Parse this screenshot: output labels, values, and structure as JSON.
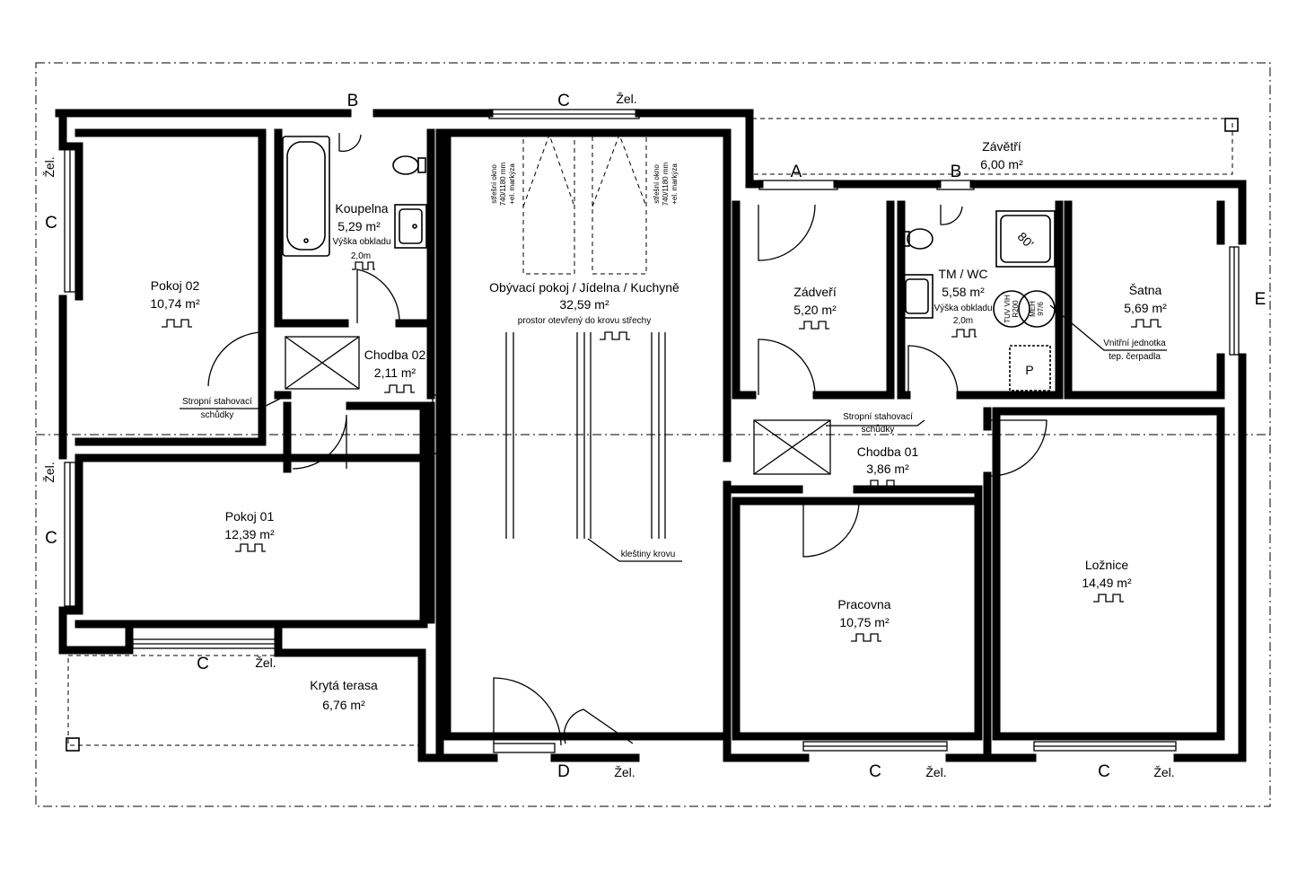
{
  "rooms": [
    {
      "id": "pokoj02",
      "name": "Pokoj 02",
      "area": "10,74 m²"
    },
    {
      "id": "koupelna",
      "name": "Koupelna",
      "area": "5,29 m²",
      "note1": "Výška obkladu",
      "note2": "2,0m"
    },
    {
      "id": "chodba02",
      "name": "Chodba 02",
      "area": "2,11 m²"
    },
    {
      "id": "pokoj01",
      "name": "Pokoj 01",
      "area": "12,39 m²"
    },
    {
      "id": "obyvaci",
      "name": "Obývací pokoj / Jídelna / Kuchyně",
      "area": "32,59 m²",
      "note1": "prostor otevřený do krovu střechy"
    },
    {
      "id": "zadveri",
      "name": "Zádveří",
      "area": "5,20 m²"
    },
    {
      "id": "tmwc",
      "name": "TM / WC",
      "area": "5,58 m²",
      "note1": "Výška obkladu",
      "note2": "2,0m"
    },
    {
      "id": "satna",
      "name": "Šatna",
      "area": "5,69 m²"
    },
    {
      "id": "zavetri",
      "name": "Závětří",
      "area": "6,00 m²"
    },
    {
      "id": "chodba01",
      "name": "Chodba 01",
      "area": "3,86 m²"
    },
    {
      "id": "pracovna",
      "name": "Pracovna",
      "area": "10,75 m²"
    },
    {
      "id": "loznice",
      "name": "Ložnice",
      "area": "14,49 m²"
    },
    {
      "id": "kryta",
      "name": "Krytá terasa",
      "area": "6,76 m²"
    }
  ],
  "labels": {
    "letters": [
      "B",
      "C",
      "A",
      "B",
      "C",
      "C",
      "C",
      "D",
      "C",
      "C",
      "E"
    ],
    "zel": "Žel.",
    "stropni_a": "Stropní stahovací",
    "stropni_b": "schůdky",
    "stropni2_a": "Stropní stahovací",
    "stropni2_b": "schůdky",
    "skylight_1": "střešní okno",
    "skylight_2": "740/1180 mm",
    "skylight_3": "+el. markýza",
    "klestiny": "kleštiny krovu",
    "tuv1": "TUV VIH",
    "tuv2": "R200",
    "meh1": "MEH",
    "meh2": "97/6",
    "p": "P",
    "tub": "80'",
    "vnitrni1": "Vnitřní jednotka",
    "vnitrni2": "tep. čerpadla"
  }
}
